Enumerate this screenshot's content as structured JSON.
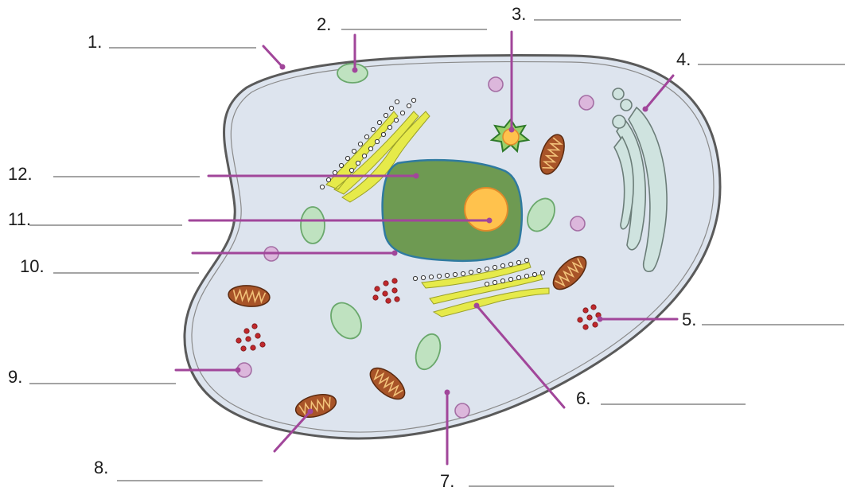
{
  "labels": {
    "l1": "1.",
    "l2": "2.",
    "l3": "3.",
    "l4": "4.",
    "l5": "5.",
    "l6": "6.",
    "l7": "7.",
    "l8": "8.",
    "l9": "9.",
    "l10": "10.",
    "l11": "11.",
    "l12": "12."
  },
  "colors": {
    "leader": "#a1469a",
    "cytoplasm": "#dde4ee",
    "nucleus": "#6e9a52",
    "nucleolus": "#ffc24d",
    "er": "#e6ea4a",
    "vacuole": "#bfe2c0",
    "lysosome": "#dcb7dc",
    "ribosome": "#c0282c",
    "mitochondrion": "#a85428",
    "golgi": "#cfe3df"
  }
}
